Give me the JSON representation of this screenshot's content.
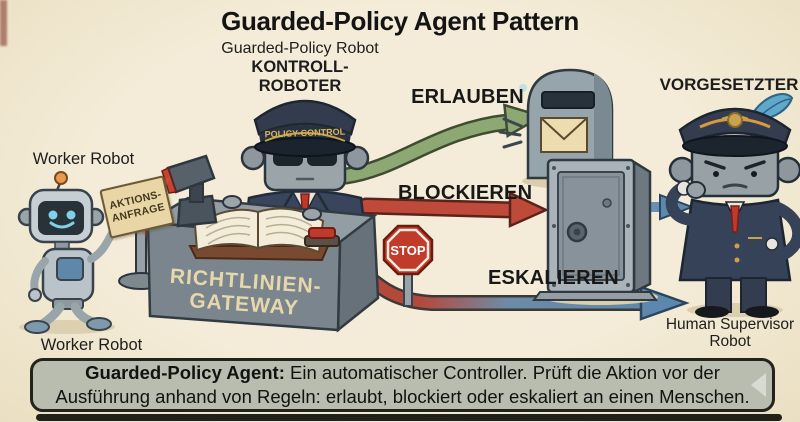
{
  "title": "Guarded-Policy Agent Pattern",
  "labels": {
    "policy_robot_name": "Guarded-Policy Robot",
    "policy_robot_role": "KONTROLL-ROBOTER",
    "worker_robot_top": "Worker Robot",
    "worker_robot_bottom": "Worker Robot",
    "supervisor_title": "VORGESETZTER",
    "supervisor_caption_line1": "Human Supervisor",
    "supervisor_caption_line2": "Robot"
  },
  "branches": [
    {
      "id": "allow",
      "label": "ERLAUBEN",
      "color": "#8ea873"
    },
    {
      "id": "block",
      "label": "BLOCKIEREN",
      "color": "#bf4a39"
    },
    {
      "id": "escalate",
      "label": "ESKALIEREN",
      "color": "#5d88ae"
    }
  ],
  "scene": {
    "cap_band_text": "POLICY-CONTROL",
    "request_sign": {
      "line1": "AKTIONS-",
      "line2": "ANFRAGE"
    },
    "gateway_desk": {
      "line1": "RICHTLINIEN-",
      "line2": "GATEWAY"
    },
    "stop_sign_text": "STOP"
  },
  "caption": {
    "lead": "Guarded-Policy Agent:",
    "body": " Ein automatischer Controller. Prüft die Aktion vor der Ausführung anhand von Regeln: erlaubt, blockiert oder eskaliert an einen Menschen."
  },
  "colors": {
    "background": "#f2ead4",
    "allow_green": "#8ea873",
    "block_red": "#bf4a39",
    "escalate_blue": "#5d88ae",
    "stop_red": "#c23a29",
    "caption_bg": "#b8bdaf",
    "ink": "#1b1b1b"
  }
}
